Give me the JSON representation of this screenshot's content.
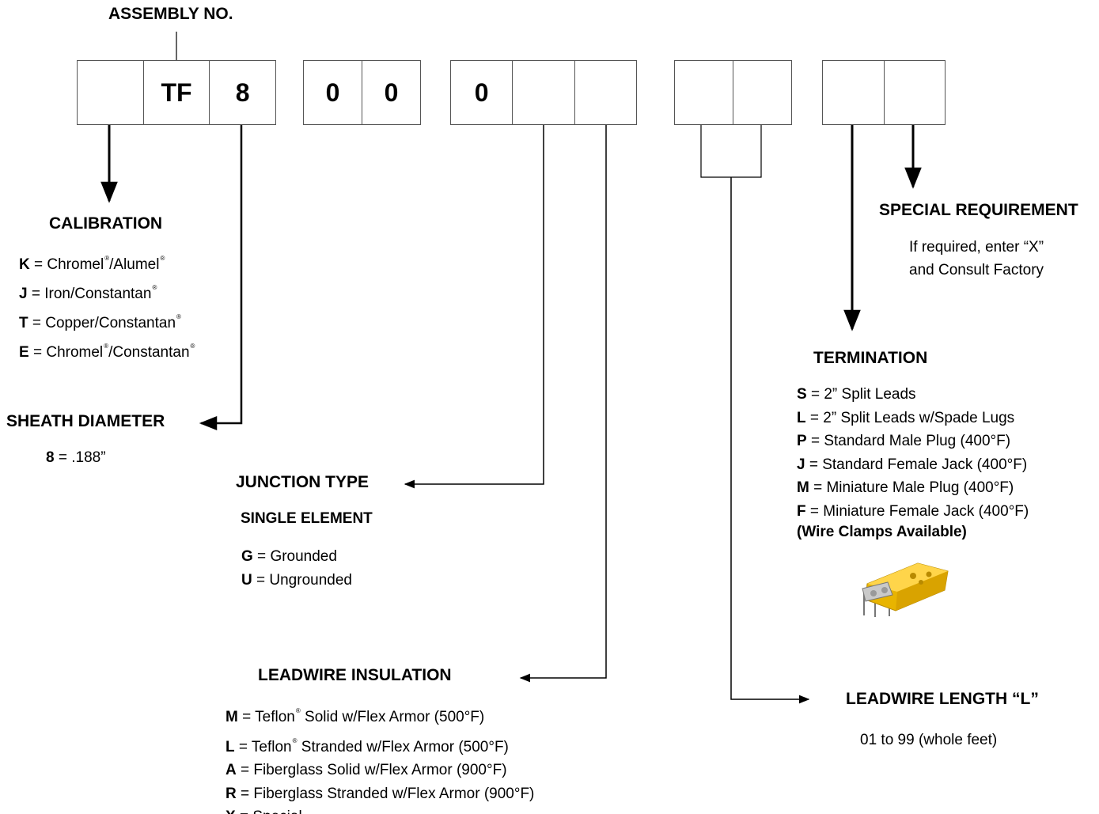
{
  "assembly": {
    "label": "ASSEMBLY NO.",
    "groups": [
      [
        "",
        "TF",
        "8"
      ],
      [
        "0",
        "0"
      ],
      [
        "0",
        "",
        ""
      ],
      [
        "",
        ""
      ],
      [
        "",
        ""
      ]
    ]
  },
  "calibration": {
    "title": "CALIBRATION",
    "items": [
      {
        "code": "K",
        "parts": [
          "Chromel",
          "®",
          "/Alumel",
          "®"
        ]
      },
      {
        "code": "J",
        "parts": [
          "Iron/Constantan",
          "®"
        ]
      },
      {
        "code": "T",
        "parts": [
          "Copper/Constantan",
          "®"
        ]
      },
      {
        "code": "E",
        "parts": [
          "Chromel",
          "®",
          "/Constantan",
          "®"
        ]
      }
    ]
  },
  "sheath": {
    "title": "SHEATH DIAMETER",
    "code": "8",
    "value": ".188”"
  },
  "junction": {
    "title": "JUNCTION TYPE",
    "subtitle": "SINGLE ELEMENT",
    "items": [
      {
        "code": "G",
        "desc": "Grounded"
      },
      {
        "code": "U",
        "desc": "Ungrounded"
      }
    ]
  },
  "leadwire_insulation": {
    "title": "LEADWIRE INSULATION",
    "items": [
      {
        "code": "M",
        "parts": [
          "Teflon",
          "®",
          " Solid w/Flex Armor (500°F)"
        ]
      },
      {
        "code": "L",
        "parts": [
          "Teflon",
          "®",
          " Stranded w/Flex Armor (500°F)"
        ]
      },
      {
        "code": "A",
        "parts": [
          "Fiberglass Solid w/Flex Armor (900°F)"
        ]
      },
      {
        "code": "R",
        "parts": [
          "Fiberglass Stranded w/Flex Armor (900°F)"
        ]
      },
      {
        "code": "X",
        "parts": [
          "Special"
        ]
      }
    ]
  },
  "special_requirement": {
    "title": "SPECIAL REQUIREMENT",
    "lines": [
      "If required, enter “X”",
      "and Consult Factory"
    ]
  },
  "termination": {
    "title": "TERMINATION",
    "items": [
      {
        "code": "S",
        "desc": "2” Split Leads"
      },
      {
        "code": "L",
        "desc": "2” Split Leads w/Spade Lugs"
      },
      {
        "code": "P",
        "desc": "Standard Male Plug (400°F)"
      },
      {
        "code": "J",
        "desc": "Standard Female Jack (400°F)"
      },
      {
        "code": "M",
        "desc": "Miniature Male Plug (400°F)"
      },
      {
        "code": "F",
        "desc": "Miniature Female Jack (400°F)"
      }
    ],
    "note": "(Wire Clamps Available)",
    "image": "yellow-connector-icon"
  },
  "leadwire_length": {
    "title": "LEADWIRE LENGTH “L”",
    "range": "01 to 99 (whole feet)"
  },
  "colors": {
    "line": "#000000",
    "box_border": "#555555",
    "connector": "#f2c200"
  }
}
